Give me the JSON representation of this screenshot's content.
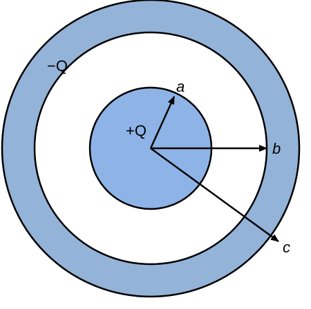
{
  "colors": {
    "shell_fill": "#94b3d8",
    "core_fill": "#8eb3e6",
    "outline": "#000000",
    "background": "#ffffff"
  },
  "labels": {
    "outer_charge": "−Q",
    "inner_charge": "+Q",
    "radius_a": "a",
    "radius_b": "b",
    "radius_c": "c"
  }
}
